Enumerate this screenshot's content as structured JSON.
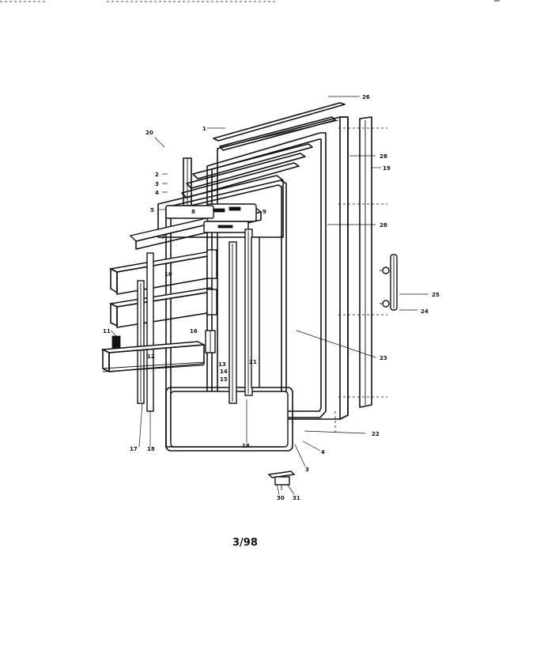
{
  "diagram": {
    "labels": [
      {
        "id": "l-1",
        "text": "1"
      },
      {
        "id": "l-2",
        "text": "2"
      },
      {
        "id": "l-3",
        "text": "3"
      },
      {
        "id": "l-4",
        "text": "4"
      },
      {
        "id": "l-5",
        "text": "5"
      },
      {
        "id": "l-7",
        "text": "7"
      },
      {
        "id": "l-8",
        "text": "8"
      },
      {
        "id": "l-9",
        "text": "9"
      },
      {
        "id": "l-10",
        "text": "10"
      },
      {
        "id": "l-11",
        "text": "11"
      },
      {
        "id": "l-12",
        "text": "12"
      },
      {
        "id": "l-13",
        "text": "13"
      },
      {
        "id": "l-14",
        "text": "14"
      },
      {
        "id": "l-15",
        "text": "15"
      },
      {
        "id": "l-16",
        "text": "16"
      },
      {
        "id": "l-17",
        "text": "17"
      },
      {
        "id": "l-18",
        "text": "18"
      },
      {
        "id": "l-18b",
        "text": "18"
      },
      {
        "id": "l-19",
        "text": "19"
      },
      {
        "id": "l-20",
        "text": "20"
      },
      {
        "id": "l-21",
        "text": "21"
      },
      {
        "id": "l-22",
        "text": "22"
      },
      {
        "id": "l-23",
        "text": "23"
      },
      {
        "id": "l-24",
        "text": "24"
      },
      {
        "id": "l-25",
        "text": "25"
      },
      {
        "id": "l-26",
        "text": "26"
      },
      {
        "id": "l-28a",
        "text": "28"
      },
      {
        "id": "l-28b",
        "text": "28"
      },
      {
        "id": "l-30",
        "text": "30"
      },
      {
        "id": "l-31",
        "text": "31"
      },
      {
        "id": "l-3b",
        "text": "3"
      },
      {
        "id": "l-4b",
        "text": "4"
      }
    ],
    "caption": "3/98"
  }
}
